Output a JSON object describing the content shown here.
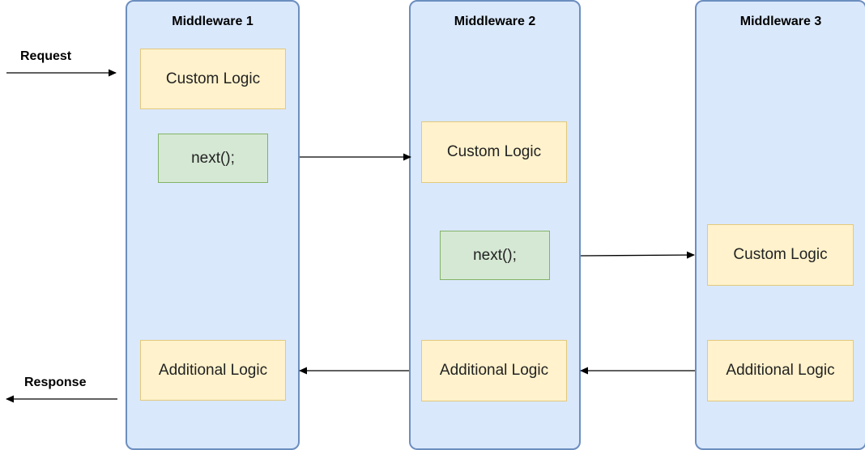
{
  "external": {
    "request": "Request",
    "response": "Response"
  },
  "middlewares": [
    {
      "title": "Middleware 1",
      "custom_logic": "Custom Logic",
      "next": "next();",
      "additional_logic": "Additional Logic"
    },
    {
      "title": "Middleware 2",
      "custom_logic": "Custom Logic",
      "next": "next();",
      "additional_logic": "Additional Logic"
    },
    {
      "title": "Middleware 3",
      "custom_logic": "Custom Logic",
      "additional_logic": "Additional Logic"
    }
  ],
  "colors": {
    "lane_fill": "#dae8fc",
    "lane_stroke": "#6c8ebf",
    "logic_fill": "#fff2cc",
    "logic_stroke": "#e3c97c",
    "next_fill": "#d5e8d4",
    "next_stroke": "#82b366"
  }
}
